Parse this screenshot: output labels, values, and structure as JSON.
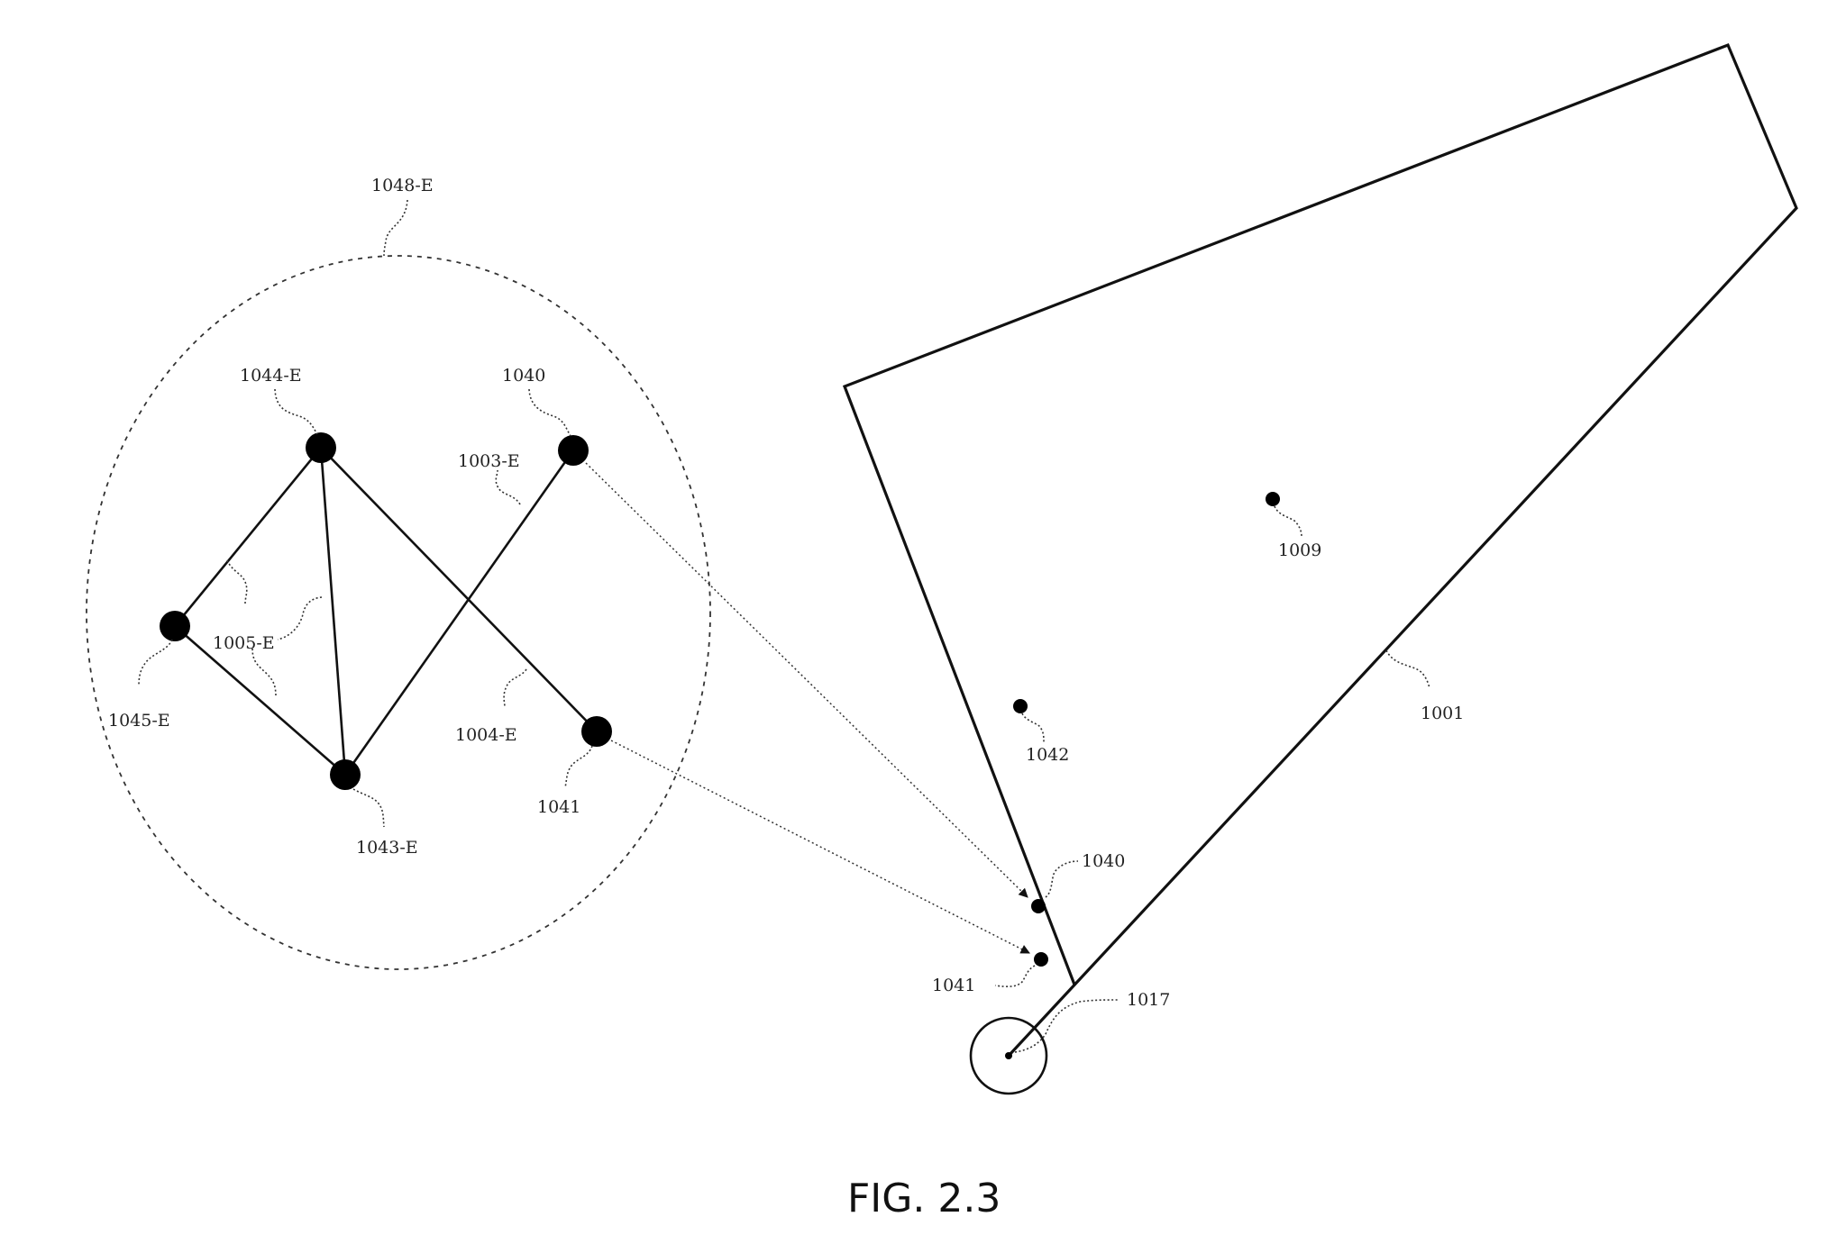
{
  "figure": {
    "caption": "FIG. 2.3",
    "colors": {
      "ink": "#111111",
      "background": "#ffffff"
    }
  },
  "enlarged_view": {
    "zone_label": "1048-E",
    "nodes": [
      {
        "id": "n1044",
        "label": "1044-E"
      },
      {
        "id": "n1040",
        "label": "1040"
      },
      {
        "id": "n1045",
        "label": "1045-E"
      },
      {
        "id": "n1043",
        "label": "1043-E"
      },
      {
        "id": "n1041",
        "label": "1041"
      }
    ],
    "edge_labels": {
      "e1003": "1003-E",
      "e1004": "1004-E",
      "e1005": "1005-E"
    }
  },
  "region": {
    "boundary_label": "1001",
    "points": [
      {
        "id": "p1009",
        "label": "1009"
      },
      {
        "id": "p1042",
        "label": "1042"
      },
      {
        "id": "p1040",
        "label": "1040"
      },
      {
        "id": "p1041",
        "label": "1041"
      }
    ],
    "origin_label": "1017"
  }
}
